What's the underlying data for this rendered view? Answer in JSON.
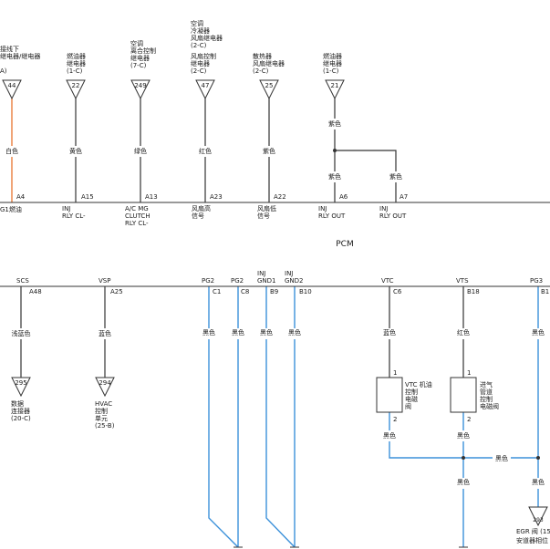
{
  "colors": {
    "background": "#ffffff",
    "line": "#333333",
    "wire_orange": "#e8742e",
    "wire_blue": "#3c91da",
    "text": "#1a1a1a",
    "pcm_rail": "#4a88c8"
  },
  "module_label": "PCM",
  "top_connectors": [
    {
      "id": "t1",
      "source": [
        "接线下",
        "继电器/继电器"
      ],
      "note": "A)",
      "pin": "44",
      "wire_color": "白色",
      "pcm_pin": "A4",
      "pcm_signal": [
        "G1燃油",
        ""
      ]
    },
    {
      "id": "t2",
      "source": [
        "燃油器",
        "继电器",
        "(1-C)"
      ],
      "note": "",
      "pin": "22",
      "wire_color": "黄色",
      "pcm_pin": "A15",
      "pcm_signal": [
        "INJ",
        "RLY CL-"
      ]
    },
    {
      "id": "t3",
      "source": [
        "空调",
        "离合控制",
        "继电器",
        "(7-C)"
      ],
      "note": "",
      "pin": "249",
      "wire_color": "绿色",
      "pcm_pin": "A13",
      "pcm_signal": [
        "A/C MG",
        "CLUTCH",
        "RLY CL-"
      ]
    },
    {
      "id": "t4",
      "source": [
        "空调",
        "冷凝器",
        "风扇继电器",
        "(2-C)",
        "风扇控制",
        "继电器",
        "(2-C)"
      ],
      "note": "",
      "pin": "47",
      "wire_color": "红色",
      "pcm_pin": "A23",
      "pcm_signal": [
        "风扇高",
        "信号"
      ]
    },
    {
      "id": "t5",
      "source": [
        "散热器",
        "风扇继电器",
        "(2-C)"
      ],
      "note": "",
      "pin": "25",
      "wire_color": "紫色",
      "pcm_pin": "A22",
      "pcm_signal": [
        "风扇低",
        "信号"
      ]
    },
    {
      "id": "t6",
      "source": [
        "燃油器",
        "继电器",
        "(1-C)"
      ],
      "note": "",
      "pin": "21",
      "wire_color": "紫色",
      "pcm_pin": "A6",
      "pcm_signal": [
        "INJ",
        "RLY OUT"
      ]
    }
  ],
  "branch": {
    "wire_color_main": "紫色",
    "wire_color_branch": "紫色",
    "pcm_pin": "A7",
    "pcm_signal": [
      "INJ",
      "RLY OUT"
    ]
  },
  "bottom_connectors": [
    {
      "id": "b1",
      "signal": "SCS",
      "pcm_pin": "A48",
      "wire_color": "浅蓝色",
      "pin": "295",
      "dest": [
        "数据",
        "连接器",
        "(20-C)"
      ]
    },
    {
      "id": "b2",
      "signal": "VSP",
      "pcm_pin": "A25",
      "wire_color": "蓝色",
      "pin": "294",
      "dest": [
        "HVAC",
        "控制",
        "单元",
        "(25-B)"
      ]
    },
    {
      "id": "b3",
      "signal": "PG2",
      "pcm_pin": "C1",
      "wire_color": "黑色"
    },
    {
      "id": "b4",
      "signal": "PG2",
      "pcm_pin": "C8",
      "wire_color": "黑色"
    },
    {
      "id": "b5",
      "signal": "INJ GND1",
      "pcm_pin": "B9",
      "wire_color": "黑色"
    },
    {
      "id": "b6",
      "signal": "INJ GND2",
      "pcm_pin": "B10",
      "wire_color": "黑色"
    },
    {
      "id": "b7",
      "signal": "VTC",
      "pcm_pin": "C6",
      "wire_color": "蓝色",
      "out_color": "黑色",
      "component": [
        "VTC 机油",
        "控制",
        "电磁",
        "阀"
      ],
      "pin_in": "1",
      "pin_out": "2"
    },
    {
      "id": "b8",
      "signal": "VTS",
      "pcm_pin": "B18",
      "wire_color": "红色",
      "out_color": "黑色",
      "component": [
        "进气",
        "管道",
        "控制",
        "电磁阀"
      ],
      "pin_in": "1",
      "pin_out": "2"
    },
    {
      "id": "b9",
      "signal": "PG3",
      "pcm_pin": "B1",
      "wire_color": "黑色",
      "pin": "293",
      "dest": [
        "EGR 阀 (15",
        "安道器相位"
      ]
    }
  ],
  "ground_labels": {
    "joined": "黑色",
    "lower": "黑色"
  }
}
